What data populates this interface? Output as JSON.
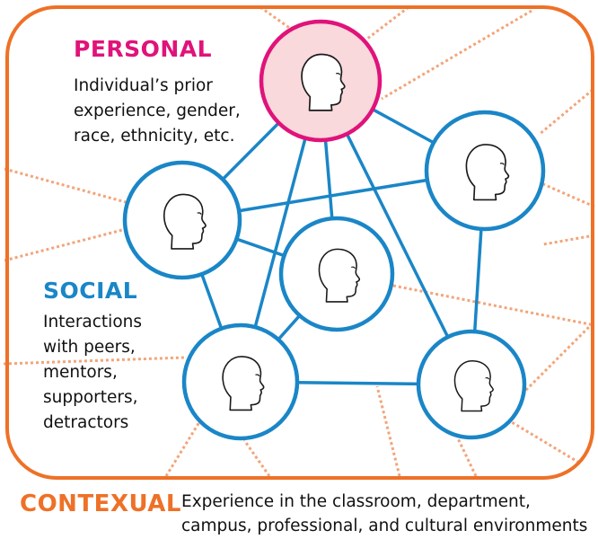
{
  "personal": {
    "title": "PERSONAL",
    "description_lines": [
      "Individual’s prior",
      "experience, gender,",
      "race, ethnicity, etc."
    ]
  },
  "social": {
    "title": "SOCIAL",
    "description_lines": [
      "Interactions",
      "with peers,",
      "mentors,",
      "supporters,",
      "detractors"
    ]
  },
  "contextual": {
    "title": "CONTEXUAL",
    "description_lines": [
      "Experience in the classroom, department,",
      "campus, professional, and cultural environments"
    ]
  },
  "colors": {
    "personal": "#e0137a",
    "personal_fill": "#f9d9dc",
    "social": "#1a86c7",
    "contextual": "#ee7127",
    "dotted_lines": "#f2a57a"
  },
  "nodes": [
    {
      "id": "personal-node",
      "group": "personal",
      "icon": "head-profile-icon"
    },
    {
      "id": "node-right",
      "group": "social",
      "icon": "head-profile-icon"
    },
    {
      "id": "node-left",
      "group": "social",
      "icon": "head-profile-icon"
    },
    {
      "id": "node-center",
      "group": "social",
      "icon": "head-profile-icon"
    },
    {
      "id": "node-bottom-left",
      "group": "social",
      "icon": "head-profile-icon"
    },
    {
      "id": "node-bottom-right",
      "group": "social",
      "icon": "head-profile-icon"
    }
  ],
  "edges": [
    [
      "personal-node",
      "node-right"
    ],
    [
      "personal-node",
      "node-left"
    ],
    [
      "personal-node",
      "node-center"
    ],
    [
      "personal-node",
      "node-bottom-left"
    ],
    [
      "personal-node",
      "node-bottom-right"
    ],
    [
      "node-left",
      "node-right"
    ],
    [
      "node-left",
      "node-center"
    ],
    [
      "node-left",
      "node-bottom-left"
    ],
    [
      "node-center",
      "node-bottom-left"
    ],
    [
      "node-right",
      "node-bottom-right"
    ],
    [
      "node-bottom-left",
      "node-bottom-right"
    ]
  ]
}
